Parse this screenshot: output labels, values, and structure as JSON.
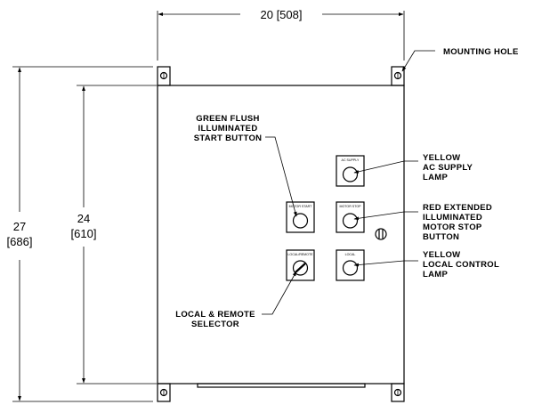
{
  "dimensions": {
    "width": "20 [508]",
    "outer_height_value": "27",
    "outer_height_metric": "[686]",
    "inner_height_value": "24",
    "inner_height_metric": "[610]"
  },
  "callouts": {
    "mounting_hole": "MOUNTING HOLE",
    "start_button": [
      "GREEN FLUSH",
      "ILLUMINATED",
      "START BUTTON"
    ],
    "ac_supply_lamp": [
      "YELLOW",
      "AC SUPPLY",
      "LAMP"
    ],
    "motor_stop_button": [
      "RED EXTENDED",
      "ILLUMINATED",
      "MOTOR STOP",
      "BUTTON"
    ],
    "local_control_lamp": [
      "YELLOW",
      "LOCAL CONTROL",
      "LAMP"
    ],
    "selector": [
      "LOCAL & REMOTE",
      "SELECTOR"
    ]
  },
  "nameplates": {
    "ac_supply": "AC SUPPLY",
    "motor_start": "MOTOR START",
    "motor_stop": "MOTOR STOP",
    "local": "LOCAL",
    "local_remote": "LOCAL/REMOTE"
  }
}
